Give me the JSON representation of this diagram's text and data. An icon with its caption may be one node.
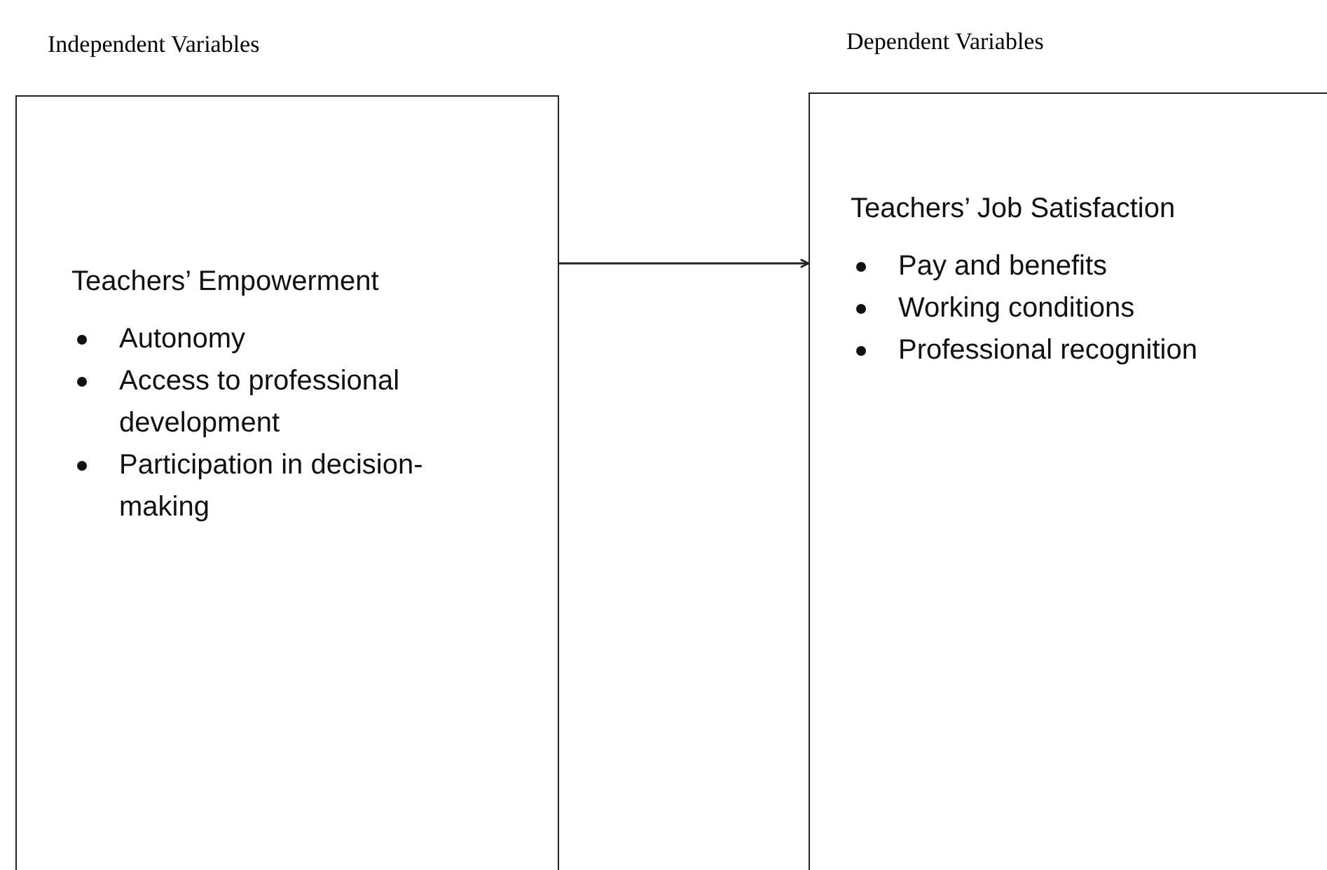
{
  "diagram": {
    "nodes": [
      {
        "text": [
          "Independent Variables",
          "Teachers’ Empowerment",
          "Autonomy",
          "Access to professional development",
          "Participation in decision-making"
        ]
      },
      {
        "text": [
          "Dependent Variables",
          "Teachers’ Job Satisfaction",
          "Pay and benefits",
          "Working conditions",
          "Professional recognition"
        ]
      }
    ],
    "edges": [
      {
        "from": 0,
        "to": 1,
        "arrow": "to"
      }
    ]
  }
}
